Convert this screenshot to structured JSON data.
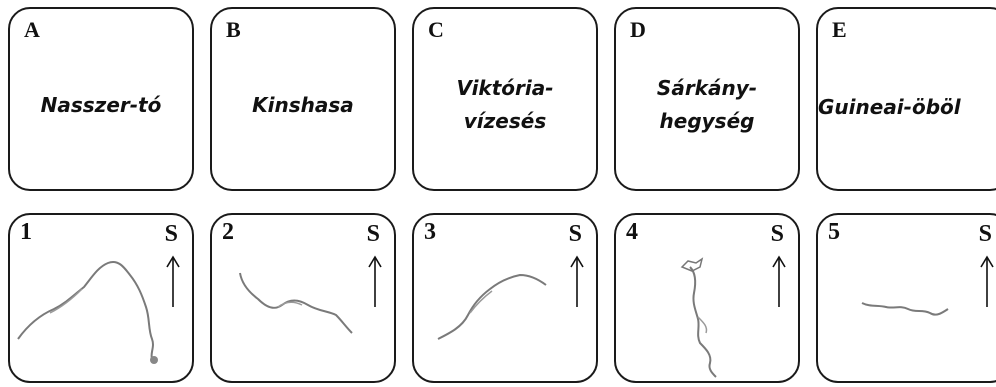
{
  "places": [
    {
      "letter": "A",
      "name_lines": [
        "Nasszer-tó"
      ]
    },
    {
      "letter": "B",
      "name_lines": [
        "Kinshasa"
      ]
    },
    {
      "letter": "C",
      "name_lines": [
        "Viktória-",
        "vízesés"
      ]
    },
    {
      "letter": "D",
      "name_lines": [
        "Sárkány-",
        "hegység"
      ]
    },
    {
      "letter": "E",
      "name_lines": [
        "Guineai-öböl"
      ]
    }
  ],
  "maps": [
    {
      "number": "1",
      "north": "S"
    },
    {
      "number": "2",
      "north": "S"
    },
    {
      "number": "3",
      "north": "S"
    },
    {
      "number": "4",
      "north": "S"
    },
    {
      "number": "5",
      "north": "S"
    }
  ]
}
